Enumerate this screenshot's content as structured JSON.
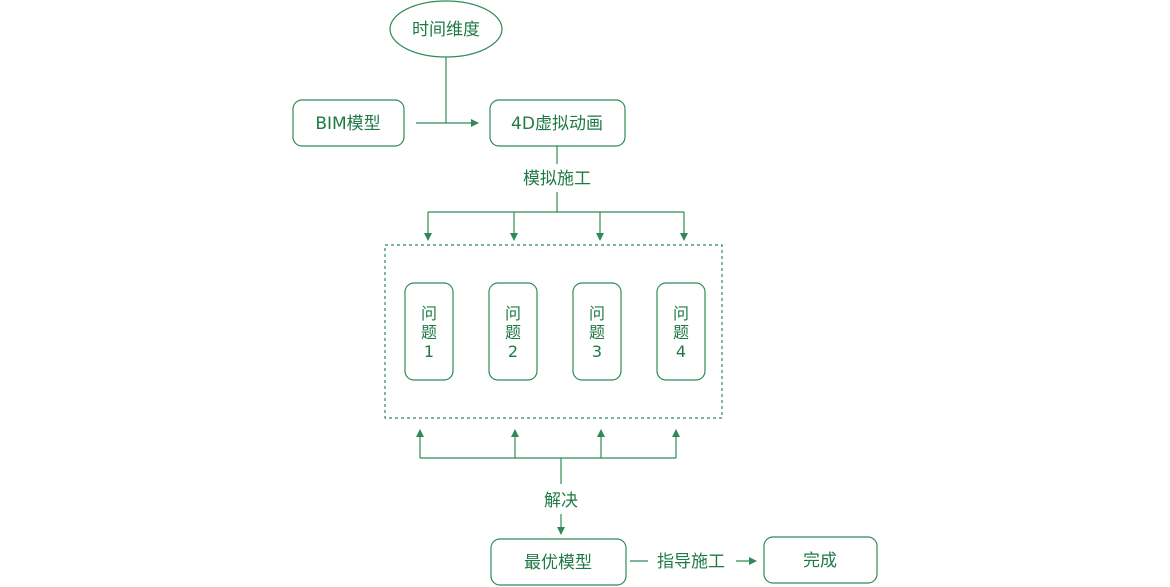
{
  "colors": {
    "stroke": "#2e8b57",
    "text": "#1f7a45"
  },
  "nodes": {
    "time_dimension": "时间维度",
    "bim_model": "BIM模型",
    "animation_4d": "4D虚拟动画",
    "issues": [
      {
        "char1": "问",
        "char2": "题",
        "num": "1"
      },
      {
        "char1": "问",
        "char2": "题",
        "num": "2"
      },
      {
        "char1": "问",
        "char2": "题",
        "num": "3"
      },
      {
        "char1": "问",
        "char2": "题",
        "num": "4"
      }
    ],
    "optimal_model": "最优模型",
    "complete": "完成"
  },
  "edges": {
    "simulate_construction": "模拟施工",
    "solve": "解决",
    "guide_construction": "指导施工"
  }
}
